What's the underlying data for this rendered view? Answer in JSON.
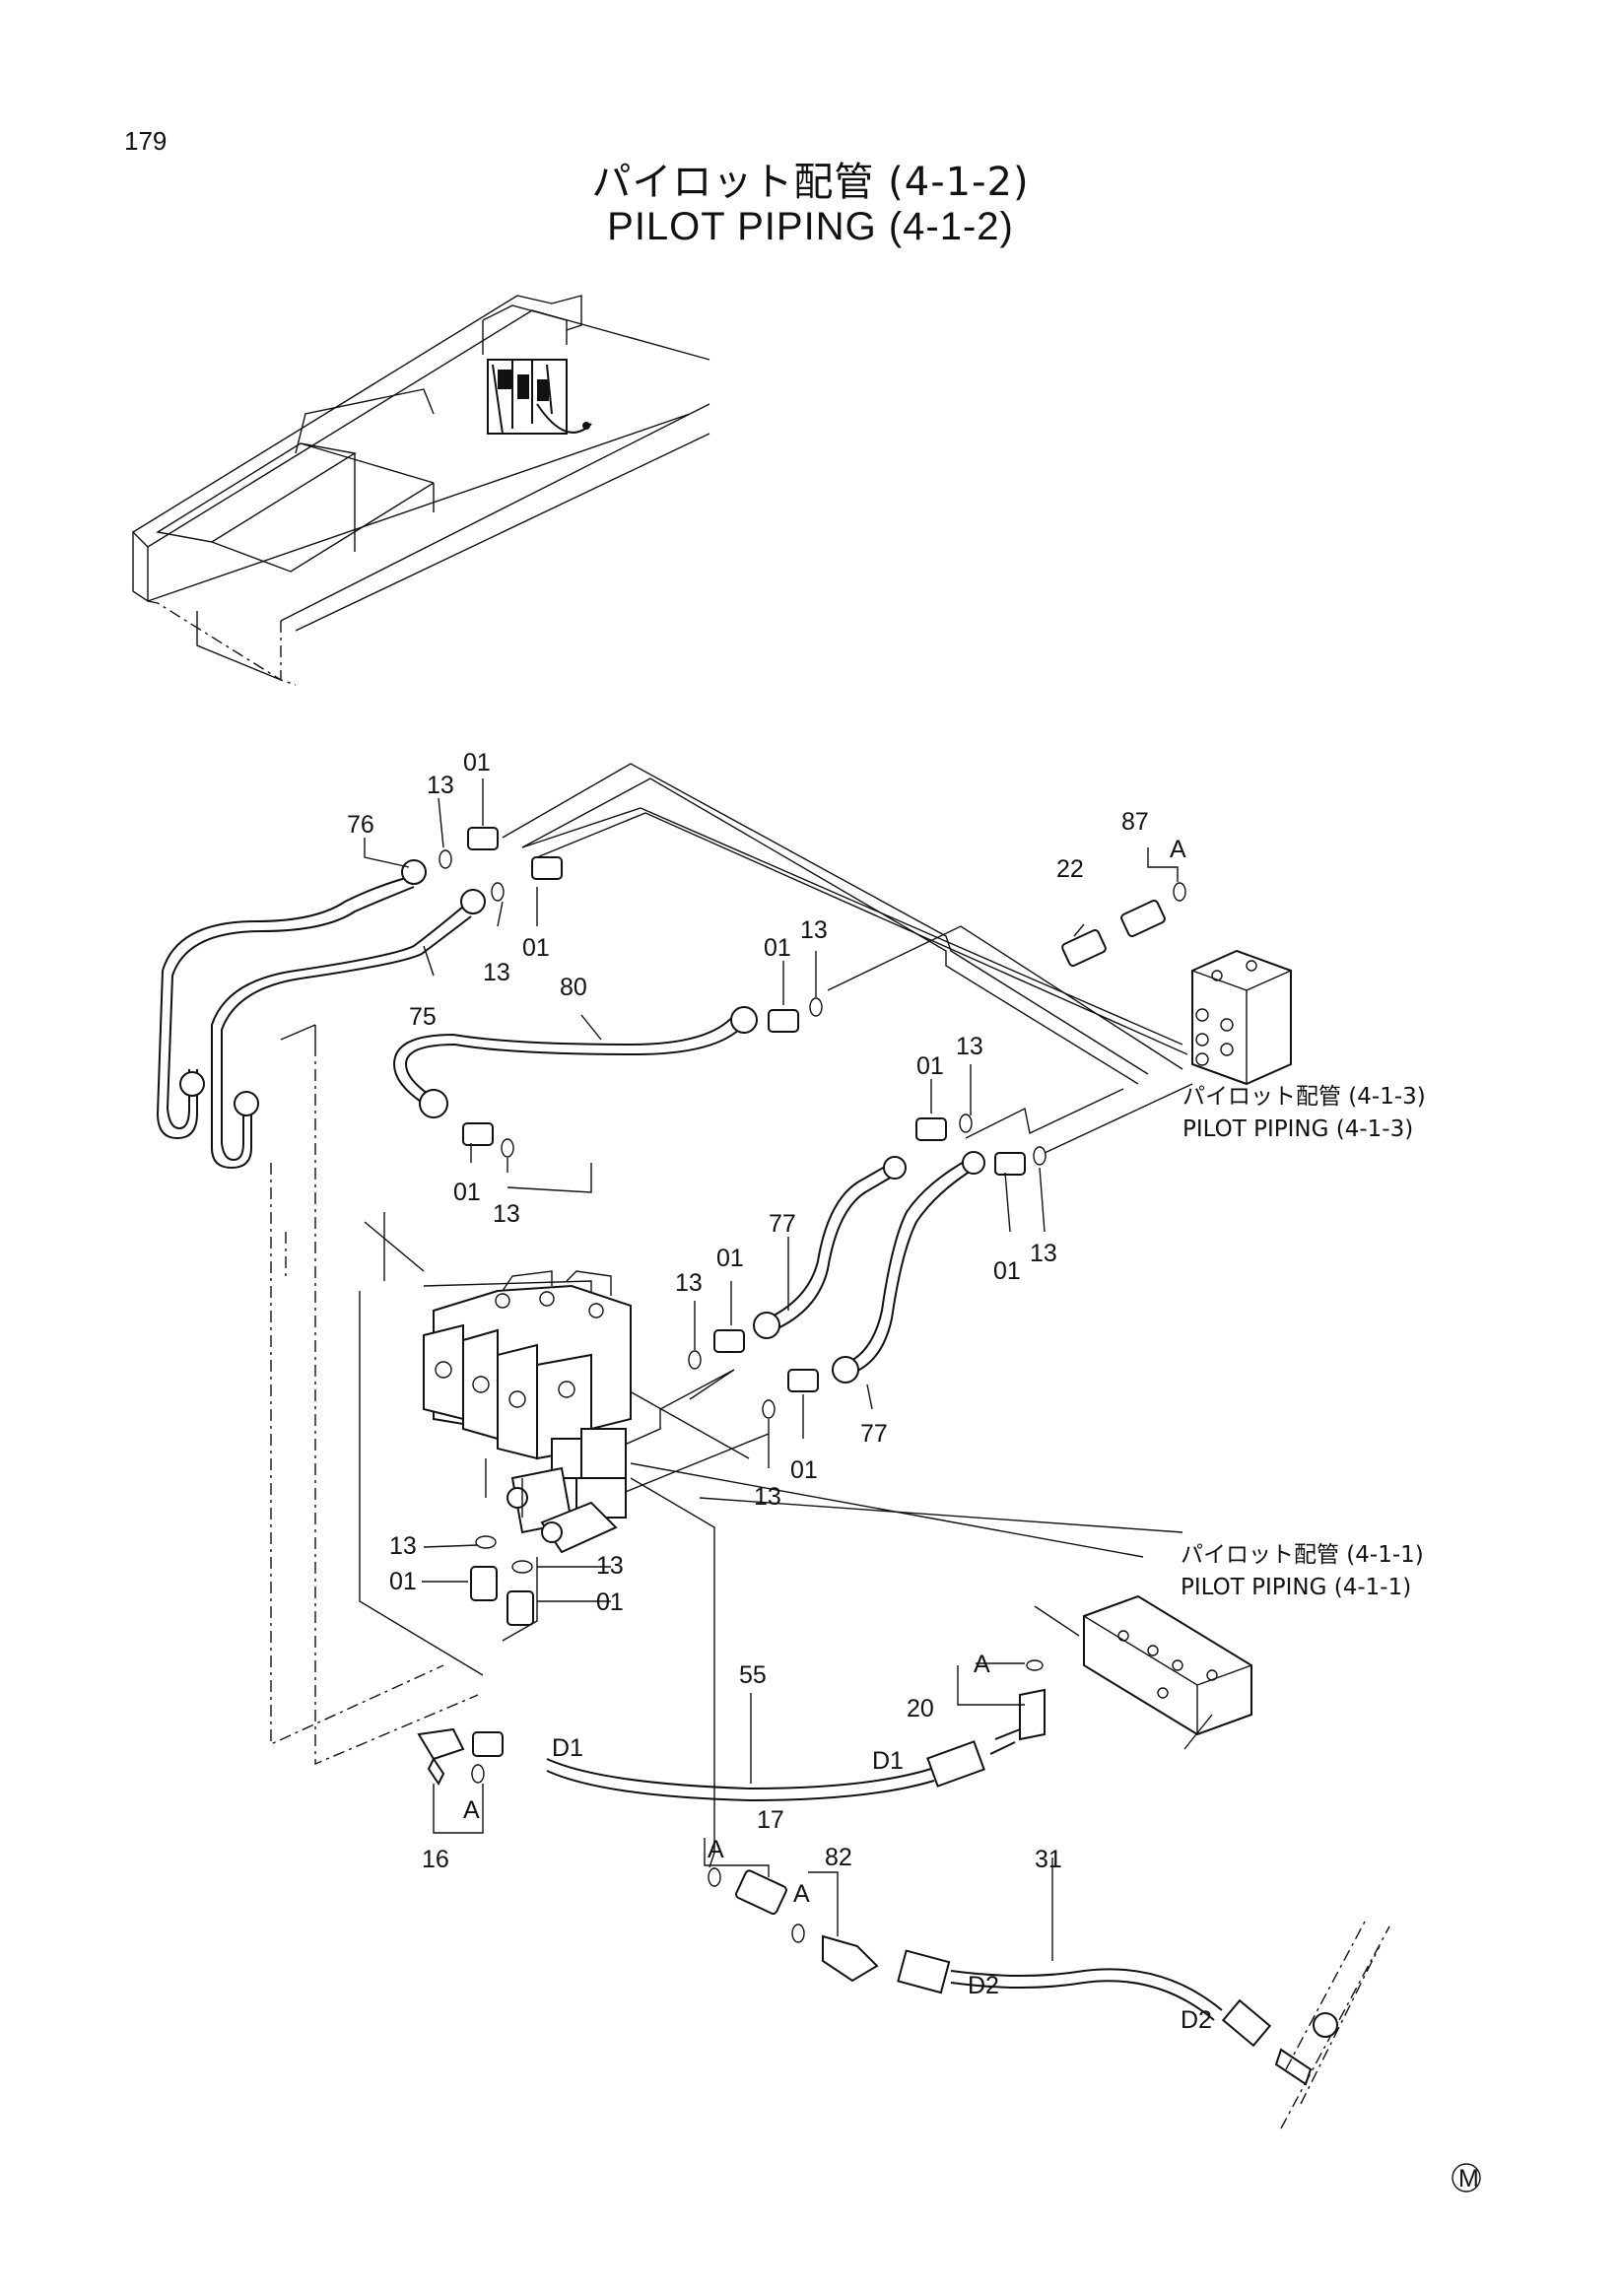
{
  "page": {
    "number": "179",
    "title_jp": "パイロット配管 (4-1-2)",
    "title_en": "PILOT PIPING (4-1-2)",
    "mark": "M"
  },
  "references": [
    {
      "jp": "パイロット配管 (4-1-3)",
      "en": "PILOT PIPING (4-1-3)"
    },
    {
      "jp": "パイロット配管 (4-1-1)",
      "en": "PILOT PIPING (4-1-1)"
    }
  ],
  "callouts": {
    "p01": "01",
    "p13": "13",
    "p16": "16",
    "p17": "17",
    "p20": "20",
    "p22": "22",
    "p31": "31",
    "p55": "55",
    "p75": "75",
    "p76": "76",
    "p77": "77",
    "p80": "80",
    "p82": "82",
    "p87": "87",
    "a": "A",
    "d1": "D1",
    "d2": "D2"
  }
}
